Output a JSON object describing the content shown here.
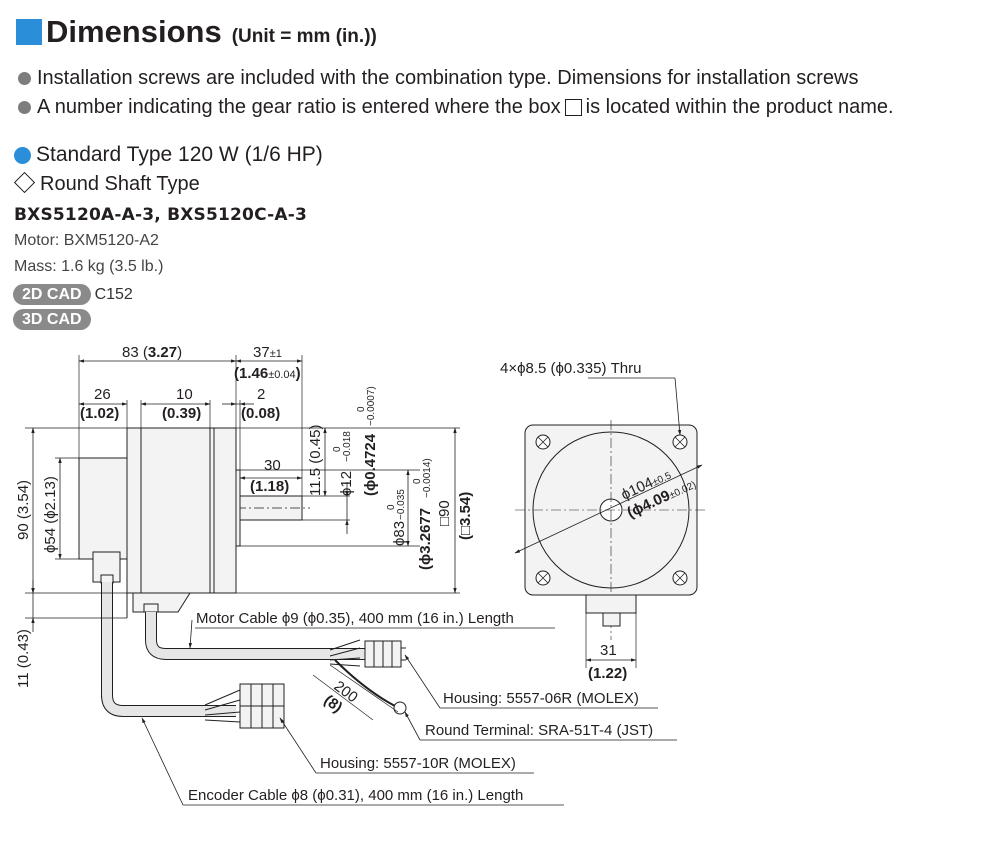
{
  "header": {
    "title": "Dimensions",
    "unit": "(Unit = mm (in.))",
    "accent_color": "#2a8fd8"
  },
  "notes": [
    "Installation screws are included with the combination type. Dimensions for installation screws",
    "A number indicating the gear ratio is entered where the box",
    "is located within the product name."
  ],
  "section": {
    "title": "Standard Type  120 W (1/6 HP)",
    "subtitle": "Round Shaft Type",
    "model_a": "BXS5120A-A-3",
    "model_sep": ", ",
    "model_c": "BXS5120C-A-3",
    "motor": "Motor: BXM5120-A2",
    "mass": "Mass: 1.6 kg (3.5 lb.)",
    "cad2d": "2D CAD",
    "cad2d_ref": "C152",
    "cad3d": "3D CAD"
  },
  "drawing": {
    "dim_83": "83 (",
    "dim_83_in": "3.27",
    "dim_37": "37",
    "dim_37_tol": "±1",
    "dim_37_in": "(1.46",
    "dim_37_in_tol": "±0.04",
    "dim_26": "26",
    "dim_26_in": "(1.02)",
    "dim_10": "10",
    "dim_10_in": "(0.39)",
    "dim_2": "2",
    "dim_2_in": "(0.08)",
    "dim_30": "30",
    "dim_30_in": "(1.18)",
    "dim_90": "90 (3.54)",
    "dim_54": "ϕ54 (ϕ2.13)",
    "dim_11_5": "11.5 (0.45)",
    "dim_12": "ϕ12",
    "dim_12_tol_up": "0",
    "dim_12_tol_lo": "−0.018",
    "dim_4724": "(ϕ0.4724",
    "dim_4724_tol_up": "0",
    "dim_4724_tol_lo": "−0.0007)",
    "dim_83b": "ϕ83",
    "dim_83b_tol_up": "0",
    "dim_83b_tol_lo": "−0.035",
    "dim_32677": "(ϕ3.2677",
    "dim_32677_tol_up": "0",
    "dim_32677_tol_lo": "−0.0014)",
    "dim_sq90": "□90",
    "dim_sq354": "(□3.54)",
    "dim_11": "11 (0.43)",
    "holes": "4×ϕ8.5 (ϕ0.335) Thru",
    "dim_104": "ϕ104",
    "dim_104_tol": "±0.5",
    "dim_409": "(ϕ4.09",
    "dim_409_tol": "±0.02)",
    "dim_31": "31",
    "dim_31_in": "(1.22)",
    "dim_200": "200",
    "dim_200_in": "(8)",
    "motor_cable": "Motor Cable ϕ9 (ϕ0.35), 400 mm (16 in.) Length",
    "housing_6": "Housing: 5557-06R (MOLEX)",
    "round_terminal": "Round Terminal: SRA-51T-4 (JST)",
    "housing_10": "Housing: 5557-10R (MOLEX)",
    "encoder_cable": "Encoder Cable ϕ8 (ϕ0.31), 400 mm (16 in.) Length"
  }
}
